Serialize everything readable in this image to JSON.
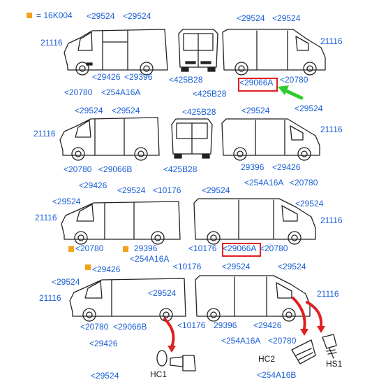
{
  "legend": {
    "code": "= 16K004",
    "marker_color": "#f2a21b"
  },
  "accent_color": "#1a5fd6",
  "highlight_color": "#e02020",
  "arrow_colors": {
    "green": "#2ecc2e",
    "red": "#e02020"
  },
  "labels": {
    "p1_29524_a": "<29524",
    "p1_29524_b": "<29524",
    "p1_21116": "21116",
    "p1_29426": "<29426",
    "p1_29396": "<29396",
    "p1_20780": "<20780",
    "p1_254A16A": "<254A16A",
    "p2_425B28_a": "<425B28",
    "p2_425B28_b": "<425B28",
    "p3_29524_a": "<29524",
    "p3_29524_b": "<29524",
    "p3_21116": "21116",
    "p3_29066A": "<29066A",
    "p3_20780": "<20780",
    "p4_29524_a": "<29524",
    "p4_29524_b": "<29524",
    "p4_21116": "21116",
    "p4_20780": "<20780",
    "p4_29066B": "<29066B",
    "p4_29426": "<29426",
    "p5_425B28_a": "<425B28",
    "p5_425B28_b": "<425B28",
    "p6_29524_a": "<29524",
    "p6_29524_b": "<29524",
    "p6_21116": "21116",
    "p6_29396": "29396",
    "p6_29426": "<29426",
    "p6_254A16A": "<254A16A",
    "p6_20780": "<20780",
    "p7_29524_a": "<29524",
    "p7_29524_b": "<29524",
    "p7_10176": "<10176",
    "p7_21116": "21116",
    "p7_20780": "<20780",
    "p7_29396": "29396",
    "p7_254A16A": "<254A16A",
    "p7_29426": "<29426",
    "p8_29524_a": "<29524",
    "p8_29524_b": "<29524",
    "p8_21116": "21116",
    "p8_10176": "<10176",
    "p8_29066A": "<29066A",
    "p8_20780": "<20780",
    "p9_29524_a": "<29524",
    "p9_29524_b": "<29524",
    "p9_21116": "21116",
    "p9_20780": "<20780",
    "p9_29066B": "<29066B",
    "p9_10176": "<10176",
    "p9_29426": "<29426",
    "p10_10176": "<10176",
    "p10_29524_a": "<29524",
    "p10_29524_b": "<29524",
    "p10_21116": "21116",
    "p10_29396": "29396",
    "p10_29426": "<29426",
    "p10_254A16A": "<254A16A",
    "p10_20780": "<20780",
    "bottom_29524": "<29524",
    "bottom_254A16B": "<254A16B",
    "hc1": "HC1",
    "hc2": "HC2",
    "hs1": "HS1"
  }
}
